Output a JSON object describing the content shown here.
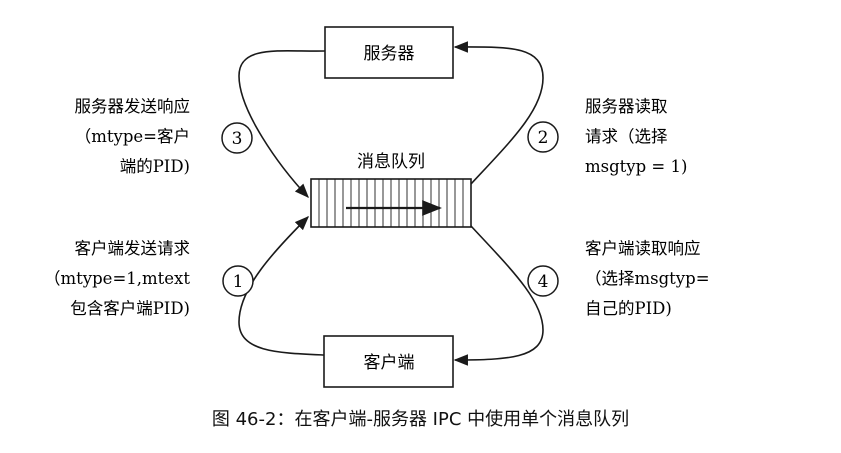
{
  "server": {
    "label": "服务器"
  },
  "client": {
    "label": "客户端"
  },
  "queue": {
    "label": "消息队列"
  },
  "steps": [
    {
      "num": "1",
      "lines": [
        "客户端发送请求",
        "（mtype=1,mtext",
        "包含客户端PID)"
      ]
    },
    {
      "num": "2",
      "lines": [
        "服务器读取",
        "请求（选择",
        "msgtyp = 1)"
      ]
    },
    {
      "num": "3",
      "lines": [
        "服务器发送响应",
        "（mtype=客户",
        "端的PID)"
      ]
    },
    {
      "num": "4",
      "lines": [
        "客户端读取响应",
        "（选择msgtyp=",
        "自己的PID)"
      ]
    }
  ],
  "caption": "图 46-2：在客户端-服务器 IPC 中使用单个消息队列"
}
